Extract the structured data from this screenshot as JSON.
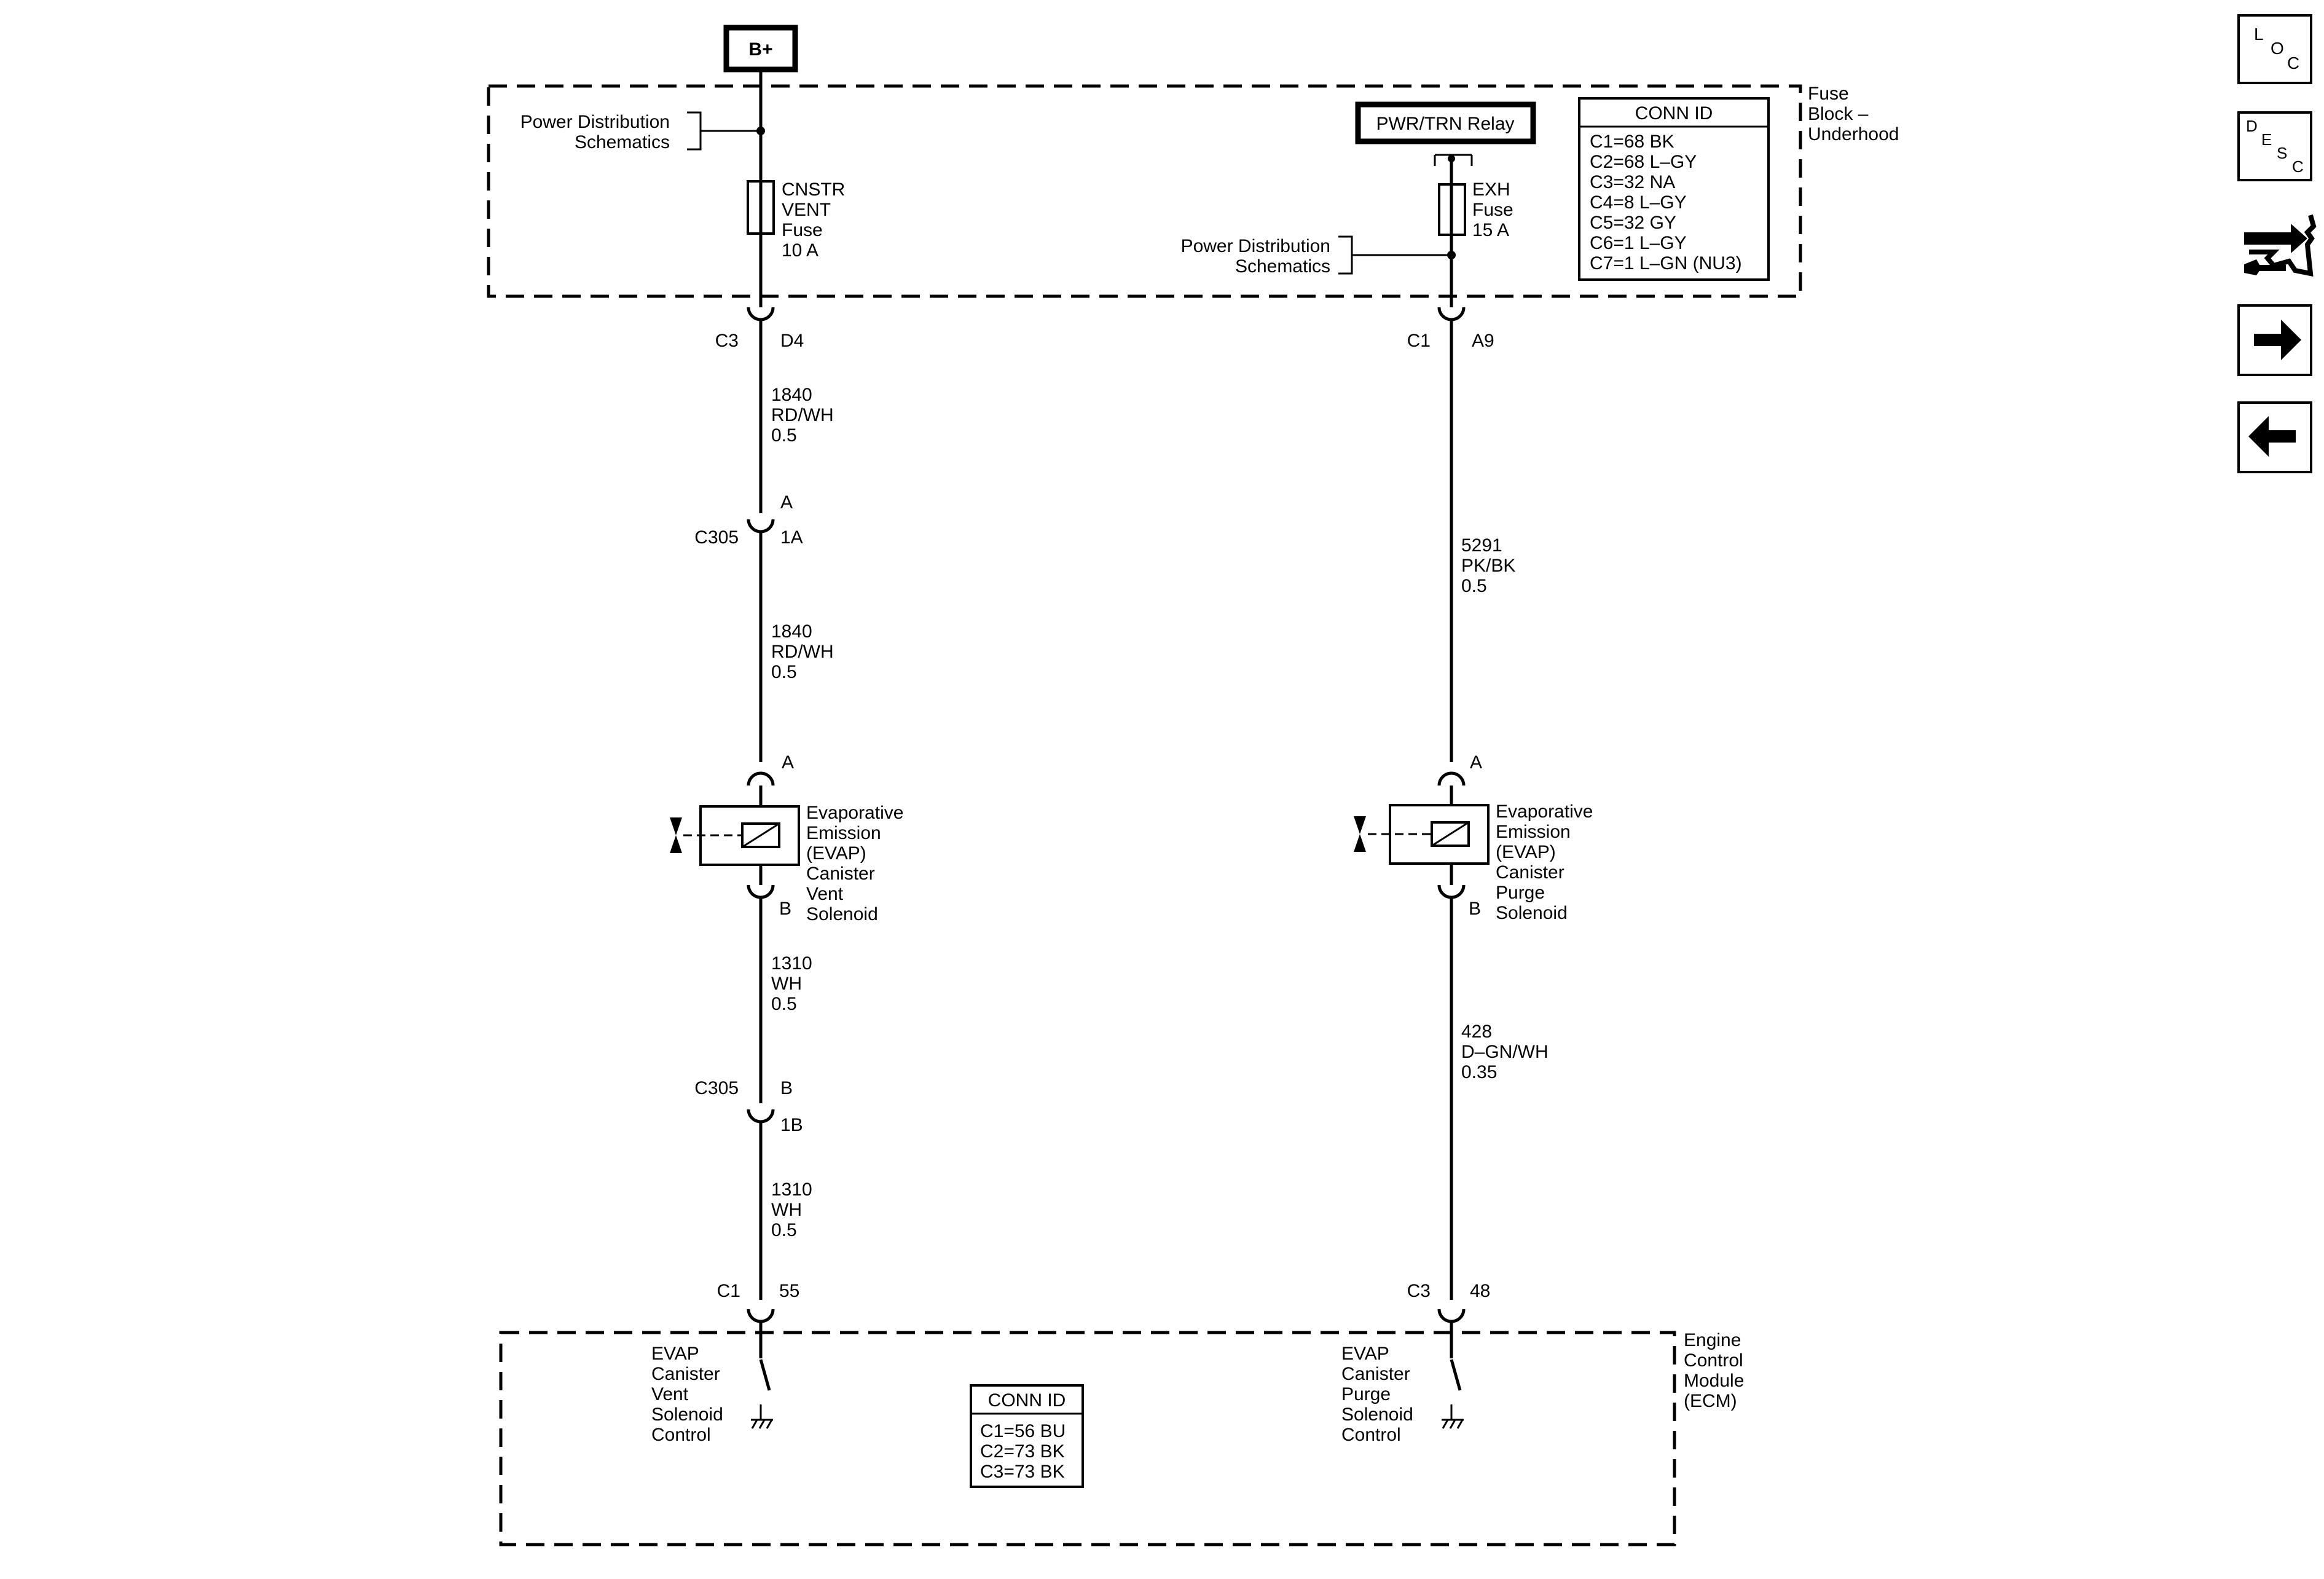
{
  "power_source": "B+",
  "fuse_block": {
    "title": [
      "Fuse",
      "Block –",
      "Underhood"
    ],
    "ref_left": [
      "Power Distribution",
      "Schematics"
    ],
    "ref_right": [
      "Power Distribution",
      "Schematics"
    ],
    "fuse_left": [
      "CNSTR",
      "VENT",
      "Fuse",
      "10 A"
    ],
    "fuse_right": [
      "EXH",
      "Fuse",
      "15 A"
    ],
    "relay": "PWR/TRN Relay",
    "conn_id_title": "CONN ID",
    "conn_id": [
      "C1=68 BK",
      "C2=68 L–GY",
      "C3=32 NA",
      "C4=8 L–GY",
      "C5=32 GY",
      "C6=1 L–GY",
      "C7=1 L–GN (NU3)"
    ]
  },
  "left_circuit": {
    "conn_top": {
      "connector": "C3",
      "pin": "D4"
    },
    "wire1": [
      "1840",
      "RD/WH",
      "0.5"
    ],
    "inline_a": {
      "connector": "C305",
      "pin_top": "A",
      "pin_bottom": "1A"
    },
    "wire2": [
      "1840",
      "RD/WH",
      "0.5"
    ],
    "solenoid": {
      "pin_top": "A",
      "pin_bottom": "B",
      "name": [
        "Evaporative",
        "Emission",
        "(EVAP)",
        "Canister",
        "Vent",
        "Solenoid"
      ]
    },
    "wire3": [
      "1310",
      "WH",
      "0.5"
    ],
    "inline_b": {
      "connector": "C305",
      "pin_top": "B",
      "pin_bottom": "1B"
    },
    "wire4": [
      "1310",
      "WH",
      "0.5"
    ],
    "conn_bottom": {
      "connector": "C1",
      "pin": "55"
    },
    "ecm_label": [
      "EVAP",
      "Canister",
      "Vent",
      "Solenoid",
      "Control"
    ]
  },
  "right_circuit": {
    "conn_top": {
      "connector": "C1",
      "pin": "A9"
    },
    "wire1": [
      "5291",
      "PK/BK",
      "0.5"
    ],
    "solenoid": {
      "pin_top": "A",
      "pin_bottom": "B",
      "name": [
        "Evaporative",
        "Emission",
        "(EVAP)",
        "Canister",
        "Purge",
        "Solenoid"
      ]
    },
    "wire2": [
      "428",
      "D–GN/WH",
      "0.35"
    ],
    "conn_bottom": {
      "connector": "C3",
      "pin": "48"
    },
    "ecm_label": [
      "EVAP",
      "Canister",
      "Purge",
      "Solenoid",
      "Control"
    ]
  },
  "ecm": {
    "title": [
      "Engine",
      "Control",
      "Module",
      "(ECM)"
    ],
    "conn_id_title": "CONN ID",
    "conn_id": [
      "C1=56 BU",
      "C2=73 BK",
      "C3=73 BK"
    ]
  },
  "nav": {
    "loc": [
      "L",
      "O",
      "C"
    ],
    "desc": [
      "D",
      "E",
      "S",
      "C"
    ]
  }
}
